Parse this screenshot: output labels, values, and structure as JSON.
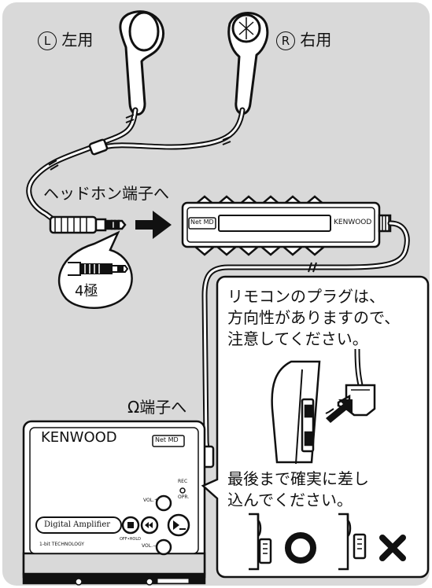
{
  "labels": {
    "left_mark": "L",
    "left_text": "左用",
    "right_mark": "R",
    "right_text": "右用",
    "headphone_jack": "ヘッドホン端子へ",
    "plug_poles": "4極",
    "omega_jack": "Ω端子へ"
  },
  "remote": {
    "badge": "Net MD",
    "brand": "KENWOOD"
  },
  "player": {
    "brand": "KENWOOD",
    "badge": "Net MD",
    "amp_text": "Digital Amplifier",
    "tech_text": "1-bit TECHNOLOGY",
    "vol_up": "VOL.+",
    "vol_down": "VOL.−",
    "rec": "REC",
    "opr": "OPR.",
    "hold": "OFF•HOLD"
  },
  "tip": {
    "note1": "リモコンのプラグは、\n方向性がありますので、\n注意してください。",
    "note2": "最後まで確実に差し\n込んでください。",
    "ok_mark": "○",
    "ng_mark": "✕"
  },
  "colors": {
    "background": "#d9d9d9",
    "outline": "#111111",
    "device_fill": "#ffffff",
    "dark": "#111111"
  }
}
